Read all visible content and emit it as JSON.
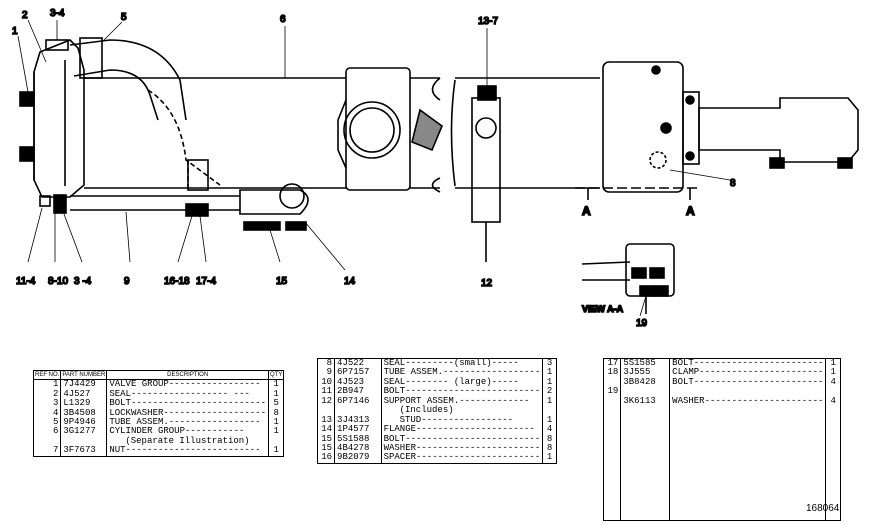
{
  "callouts": {
    "c1": "1",
    "c2": "2",
    "c3_4_top": "3-4",
    "c5": "5",
    "c6": "6",
    "c13_7": "13-7",
    "c8": "8",
    "c11_4": "11-4",
    "c8_10": "8-10",
    "c3_4_bot": "3 -4",
    "c9": "9",
    "c16_18": "16-18",
    "c17_4": "17-4",
    "c15": "15",
    "c14": "14",
    "c12": "12",
    "c19": "19"
  },
  "section_label": "A",
  "view_label": "VIEW A-A",
  "table1": {
    "headers": {
      "ref": "REF NO.",
      "part": "PART NUMBER",
      "desc": "DESCRIPTION",
      "qty": "QTY"
    },
    "rows": [
      {
        "ref": "1",
        "part": "7J4429",
        "desc": "VALVE GROUP-----------------",
        "qty": "1"
      },
      {
        "ref": "2",
        "part": "4J527",
        "desc": "SEAL------------------ ---",
        "qty": "1"
      },
      {
        "ref": "3",
        "part": "L1329",
        "desc": "BOLT-------------------------",
        "qty": "5"
      },
      {
        "ref": "4",
        "part": "3B4508",
        "desc": "LOCKWASHER-------------------",
        "qty": "8"
      },
      {
        "ref": "5",
        "part": "9P4946",
        "desc": "TUBE ASSEM.-----------------",
        "qty": "1"
      },
      {
        "ref": "6",
        "part": "3G1277",
        "desc": "CYLINDER GROUP-----------",
        "qty": "1"
      },
      {
        "ref": "",
        "part": "",
        "desc": "(Separate Illustration)",
        "qty": "",
        "sub": true
      },
      {
        "ref": "7",
        "part": "3F7673",
        "desc": "NUT-------------------------",
        "qty": "1"
      }
    ]
  },
  "table2": {
    "rows": [
      {
        "ref": "8",
        "part": "4J522",
        "desc": "SEAL---------(small)-----",
        "qty": "3"
      },
      {
        "ref": "9",
        "part": "6P7157",
        "desc": "TUBE ASSEM.------------------",
        "qty": "1"
      },
      {
        "ref": "10",
        "part": "4J523",
        "desc": "SEAL-------- (large)-----",
        "qty": "1"
      },
      {
        "ref": "11",
        "part": "2B947",
        "desc": "BOLT-------------------------",
        "qty": "2"
      },
      {
        "ref": "12",
        "part": "6P7146",
        "desc": "SUPPORT ASSEM.-------------",
        "qty": "1"
      },
      {
        "ref": "",
        "part": "",
        "desc": "(Includes)",
        "qty": "",
        "sub": true
      },
      {
        "ref": "13",
        "part": "3J4313",
        "desc": "STUD-----------------",
        "qty": "1",
        "sub": true
      },
      {
        "ref": "14",
        "part": "1P4577",
        "desc": "FLANGE----------------------",
        "qty": "4"
      },
      {
        "ref": "15",
        "part": "5S1588",
        "desc": "BOLT-------------------------",
        "qty": "8"
      },
      {
        "ref": "15",
        "part": "4B4278",
        "desc": "WASHER-----------------------",
        "qty": "8"
      },
      {
        "ref": "16",
        "part": "9B2079",
        "desc": "SPACER-----------------------",
        "qty": "1"
      }
    ]
  },
  "table3": {
    "rows": [
      {
        "ref": "17",
        "part": "5S1585",
        "desc": "BOLT------------------------",
        "qty": "1"
      },
      {
        "ref": "18",
        "part": "3J555",
        "desc": "CLAMP-----------------------",
        "qty": "1"
      },
      {
        "ref": "",
        "part": "3B8428",
        "desc": "BOLT------------------------",
        "qty": "4"
      },
      {
        "ref": "19",
        "part": "",
        "desc": "",
        "qty": ""
      },
      {
        "ref": "",
        "part": "3K6113",
        "desc": "WASHER----------------------",
        "qty": "4"
      }
    ]
  },
  "figure_number": "168064"
}
